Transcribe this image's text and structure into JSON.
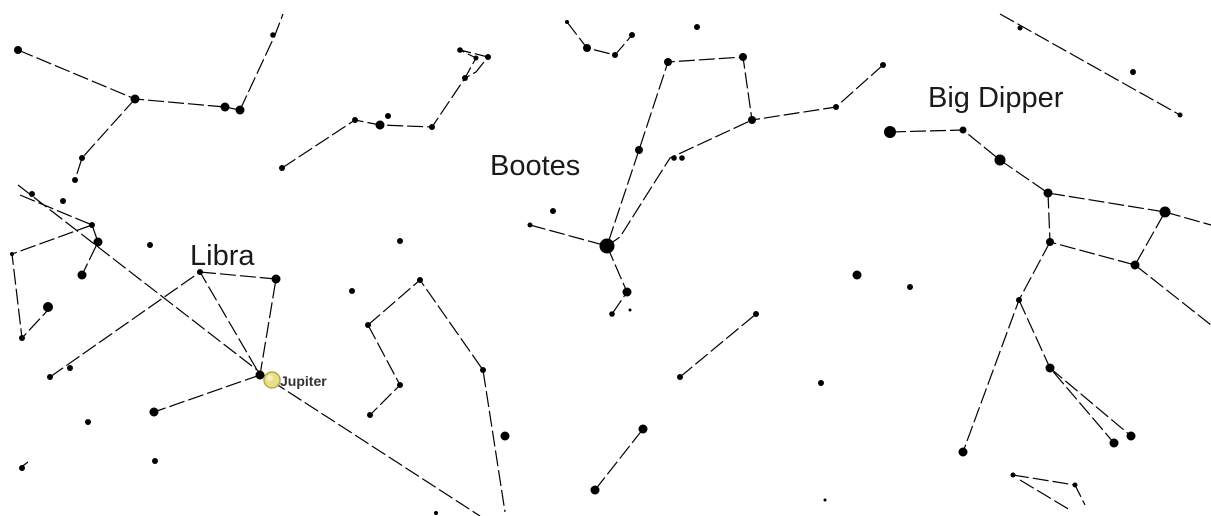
{
  "labels": {
    "big_dipper": "Big Dipper",
    "bootes": "Bootes",
    "libra": "Libra",
    "jupiter": "Jupiter"
  },
  "colors": {
    "background": "#ffffff",
    "star": "#000000",
    "constellation_line": "#000000",
    "jupiter_fill": "#e6e08c",
    "jupiter_stroke": "#b8a84a"
  }
}
